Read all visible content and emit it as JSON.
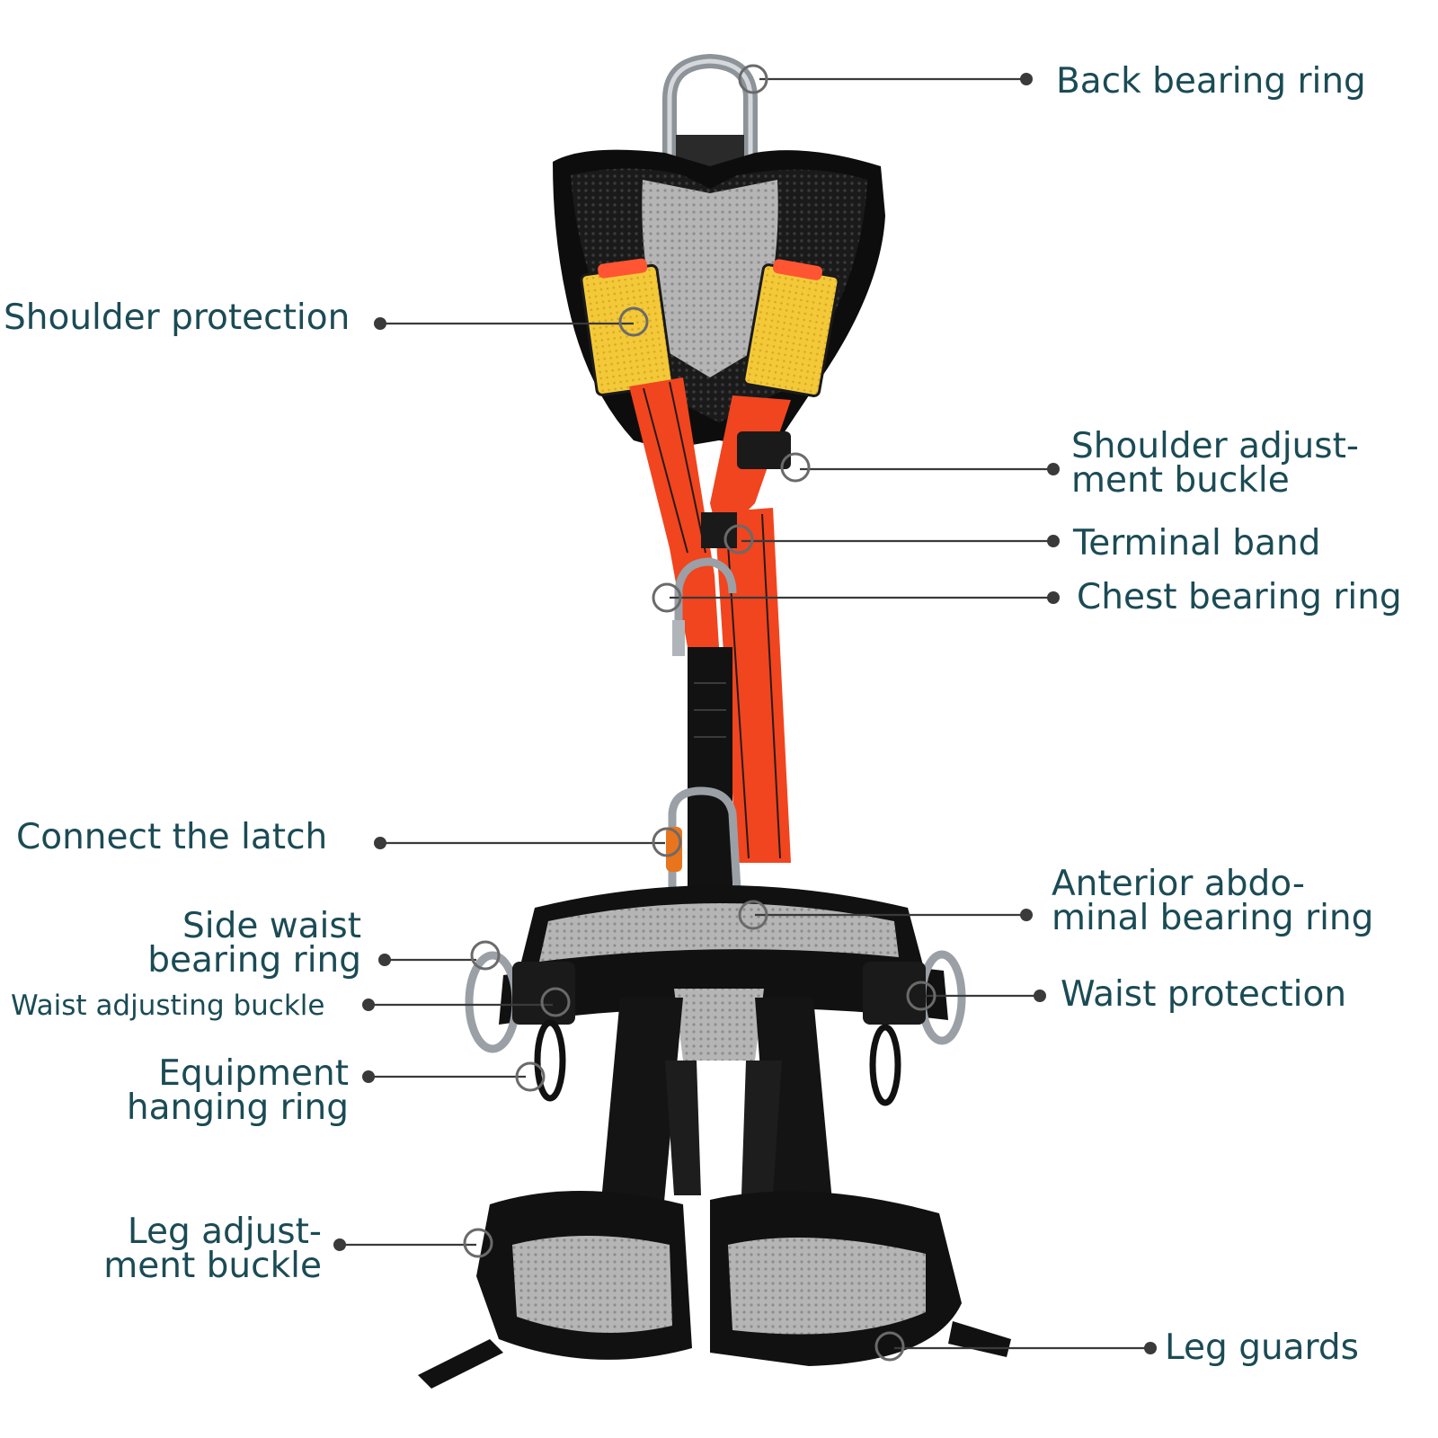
{
  "labels": {
    "back_bearing_ring": [
      "Back bearing ring"
    ],
    "shoulder_protection": [
      "Shoulder protection"
    ],
    "shoulder_adjustment_buckle": [
      "Shoulder adjust-",
      "ment buckle"
    ],
    "terminal_band": [
      "Terminal band"
    ],
    "chest_bearing_ring": [
      "Chest bearing ring"
    ],
    "connect_the_latch": [
      "Connect the latch"
    ],
    "anterior_abdominal_bearing_ring": [
      "Anterior abdo-",
      "minal bearing ring"
    ],
    "side_waist_bearing_ring": [
      "Side waist",
      "bearing ring"
    ],
    "waist_adjusting_buckle": [
      "Waist adjusting buckle"
    ],
    "waist_protection": [
      "Waist protection"
    ],
    "equipment_hanging_ring": [
      "Equipment",
      "hanging ring"
    ],
    "leg_adjustment_buckle": [
      "Leg adjust-",
      "ment buckle"
    ],
    "leg_guards": [
      "Leg guards"
    ]
  },
  "colors": {
    "label_text": "#1b4b55",
    "leader_line": "#3a3a3a",
    "strap_orange": "#f0451f",
    "strap_black": "#141414",
    "pad_yellow": "#f3c93a",
    "mesh_grey": "#a8a8a8",
    "metal": "#9aa0a6",
    "latch_orange": "#e8741e"
  },
  "icons": [
    "callout-marker-ring",
    "leader-dot"
  ]
}
